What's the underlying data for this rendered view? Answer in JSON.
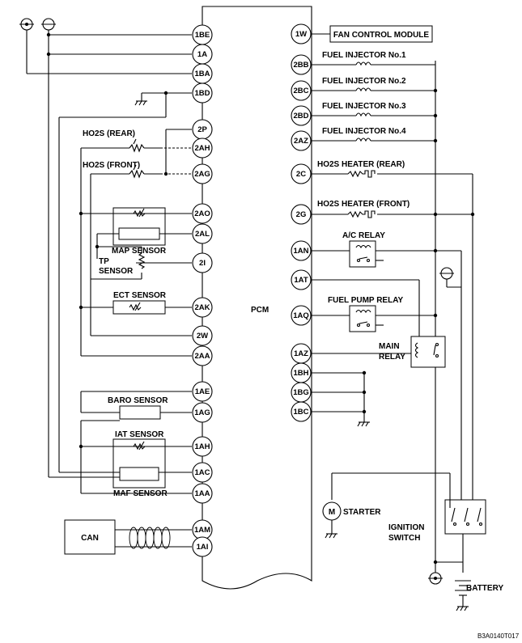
{
  "pcm_label": "PCM",
  "diagram_code": "B3A0140T017",
  "left_pins": [
    "1BE",
    "1A",
    "1BA",
    "1BD",
    "2P",
    "2AH",
    "2AG",
    "2AO",
    "2AL",
    "2I",
    "2AK",
    "2W",
    "2AA",
    "1AE",
    "1AG",
    "1AH",
    "1AC",
    "1AA",
    "1AM",
    "1AI"
  ],
  "right_pins": [
    "1W",
    "2BB",
    "2BC",
    "2BD",
    "2AZ",
    "2C",
    "2G",
    "1AN",
    "1AT",
    "1AQ",
    "1AZ",
    "1BH",
    "1BG",
    "1BC"
  ],
  "labels": {
    "fan_control_module": "FAN CONTROL MODULE",
    "fuel_injector_1": "FUEL INJECTOR No.1",
    "fuel_injector_2": "FUEL INJECTOR No.2",
    "fuel_injector_3": "FUEL INJECTOR No.3",
    "fuel_injector_4": "FUEL INJECTOR No.4",
    "ho2s_heater_rear": "HO2S HEATER (REAR)",
    "ho2s_heater_front": "HO2S HEATER (FRONT)",
    "ac_relay": "A/C RELAY",
    "fuel_pump_relay": "FUEL PUMP RELAY",
    "main_relay_1": "MAIN",
    "main_relay_2": "RELAY",
    "starter": "STARTER",
    "starter_motor": "M",
    "ignition_switch_1": "IGNITION",
    "ignition_switch_2": "SWITCH",
    "battery": "BATTERY",
    "ho2s_rear": "HO2S (REAR)",
    "ho2s_front": "HO2S (FRONT)",
    "map_sensor": "MAP SENSOR",
    "tp_sensor_1": "TP",
    "tp_sensor_2": "SENSOR",
    "ect_sensor": "ECT SENSOR",
    "baro_sensor": "BARO SENSOR",
    "iat_sensor": "IAT SENSOR",
    "maf_sensor": "MAF SENSOR",
    "can": "CAN"
  }
}
